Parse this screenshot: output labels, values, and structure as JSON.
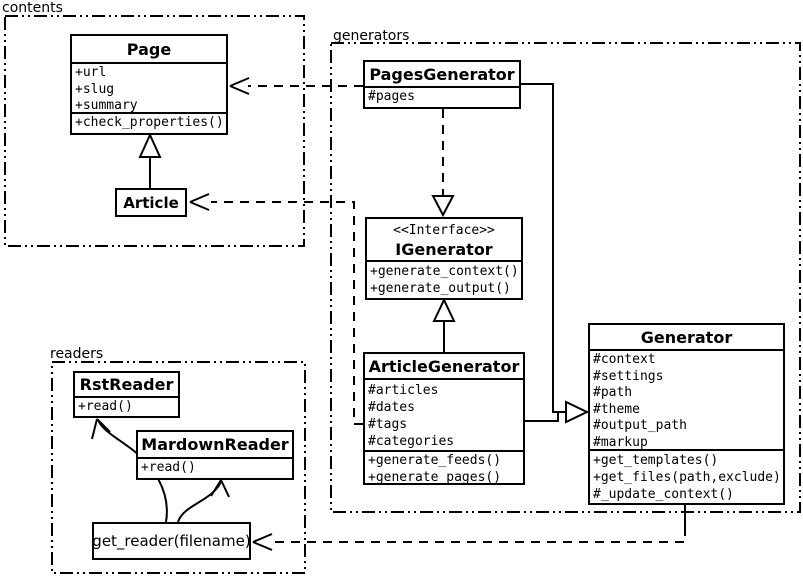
{
  "packages": {
    "contents": {
      "label": "contents"
    },
    "generators": {
      "label": "generators"
    },
    "readers": {
      "label": "readers"
    }
  },
  "classes": {
    "page": {
      "name": "Page",
      "attrs": [
        "+url",
        "+slug",
        "+summary"
      ],
      "methods": [
        "+check_properties()"
      ]
    },
    "article": {
      "name": "Article"
    },
    "pages_generator": {
      "name": "PagesGenerator",
      "attrs": [
        "#pages"
      ]
    },
    "igenerator": {
      "stereotype": "<<Interface>>",
      "name": "IGenerator",
      "methods": [
        "+generate_context()",
        "+generate_output()"
      ]
    },
    "article_generator": {
      "name": "ArticleGenerator",
      "attrs": [
        "#articles",
        "#dates",
        "#tags",
        "#categories"
      ],
      "methods": [
        "+generate_feeds()",
        "+generate_pages()"
      ]
    },
    "generator": {
      "name": "Generator",
      "attrs": [
        "#context",
        "#settings",
        "#path",
        "#theme",
        "#output_path",
        "#markup"
      ],
      "methods": [
        "+get_templates()",
        "+get_files(path,exclude)",
        "#_update_context()"
      ]
    },
    "rst_reader": {
      "name": "RstReader",
      "methods": [
        "+read()"
      ]
    },
    "mardown_reader": {
      "name": "MardownReader",
      "methods": [
        "+read()"
      ]
    },
    "get_reader": {
      "name": "get_reader(filename)"
    }
  },
  "relations": [
    {
      "from": "Article",
      "to": "Page",
      "type": "inheritance"
    },
    {
      "from": "PagesGenerator",
      "to": "Page",
      "type": "dependency"
    },
    {
      "from": "ArticleGenerator",
      "to": "Article",
      "type": "dependency"
    },
    {
      "from": "PagesGenerator",
      "to": "IGenerator",
      "type": "realization"
    },
    {
      "from": "ArticleGenerator",
      "to": "IGenerator",
      "type": "inheritance"
    },
    {
      "from": "PagesGenerator",
      "to": "Generator",
      "type": "inheritance"
    },
    {
      "from": "ArticleGenerator",
      "to": "Generator",
      "type": "inheritance"
    },
    {
      "from": "Generator",
      "to": "get_reader(filename)",
      "type": "dependency"
    },
    {
      "from": "get_reader(filename)",
      "to": "RstReader",
      "type": "association"
    },
    {
      "from": "get_reader(filename)",
      "to": "MardownReader",
      "type": "association"
    }
  ],
  "colors": {
    "stroke": "#000000",
    "background": "#ffffff"
  }
}
